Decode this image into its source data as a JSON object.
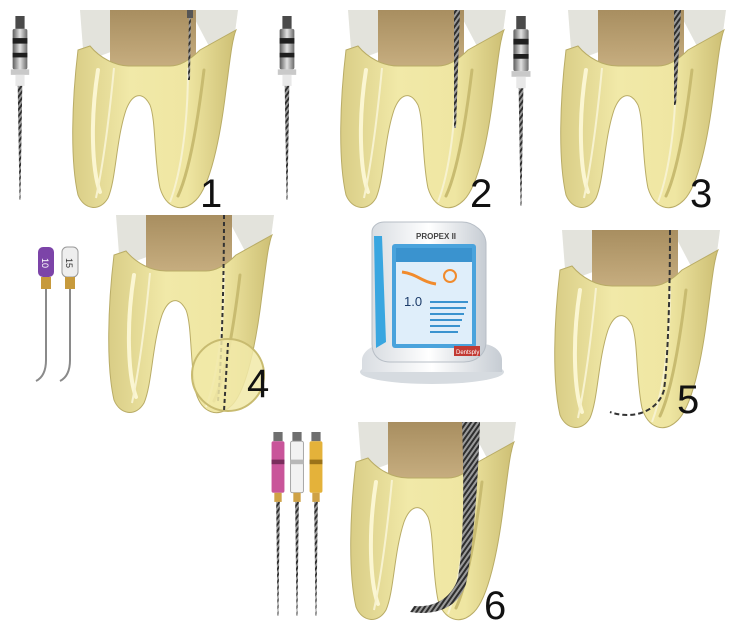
{
  "colors": {
    "tooth": "#efe7a4",
    "tooth_shade": "#d4c77c",
    "pulp": "#b49a6c",
    "enamel": "#dcdcd6",
    "instrument_steel": "#7d7d7d",
    "hand_file_10": "#7c44a8",
    "hand_file_15": "#eeeeee",
    "rotary_handle_1": "#c9559a",
    "rotary_handle_2": "#f2f2f2",
    "rotary_handle_3": "#e4b23a",
    "device_accent": "#39a6e0",
    "device_screen": "#4aa3dc"
  },
  "steps": [
    {
      "number": "1",
      "instrument": "rotary-file-icon"
    },
    {
      "number": "2",
      "instrument": "rotary-file-icon"
    },
    {
      "number": "3",
      "instrument": "rotary-file-icon"
    },
    {
      "number": "4",
      "instrument": "hand-file-pair-icon"
    },
    {
      "number": "5",
      "instrument": "apex-locator-device"
    },
    {
      "number": "6",
      "instrument": "rotary-file-trio-icon"
    }
  ],
  "hand_files": [
    {
      "label": "10",
      "color": "#7c44a8"
    },
    {
      "label": "15",
      "color": "#eeeeee"
    }
  ],
  "device": {
    "brand": "PROPEX II",
    "reading": "1.0",
    "maker": "Dentsply"
  }
}
